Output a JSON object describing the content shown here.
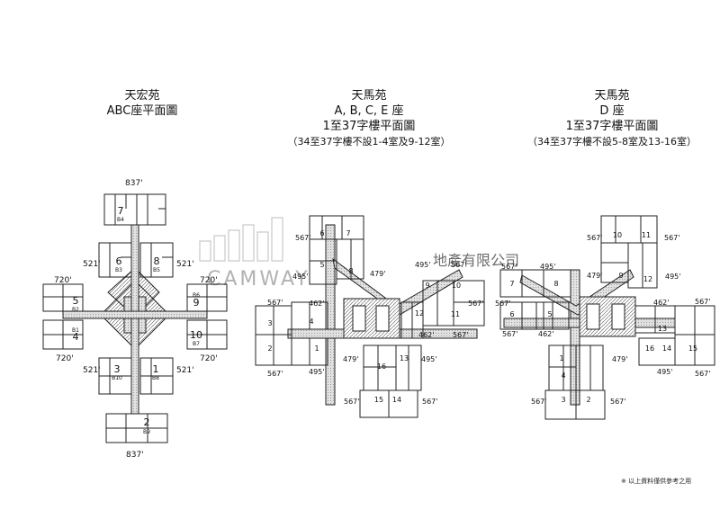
{
  "left": {
    "estate": "天宏苑",
    "subtitle": "ABC座平面圖",
    "dims": {
      "top": "837'",
      "bottom": "837'",
      "ul": "521'",
      "ur": "521'",
      "ll": "521'",
      "lr": "521'",
      "wl": "720'",
      "wr": "720'",
      "wl2": "720'",
      "wr2": "720'"
    },
    "flats": [
      {
        "n": "7",
        "b": "B4"
      },
      {
        "n": "6",
        "b": "B3"
      },
      {
        "n": "8",
        "b": "B5"
      },
      {
        "n": "5",
        "b": "B2"
      },
      {
        "n": "4",
        "b": "B1"
      },
      {
        "n": "9",
        "b": "B6"
      },
      {
        "n": "10",
        "b": "B7"
      },
      {
        "n": "3",
        "b": "B10"
      },
      {
        "n": "1",
        "b": "B8"
      },
      {
        "n": "2",
        "b": "B9"
      }
    ]
  },
  "middle": {
    "estate": "天馬苑",
    "block": "A, B, C, E 座",
    "floors": "1至37字樓平面圖",
    "note": "（34至37字樓不設1-4室及9-12室）",
    "flats": [
      "1",
      "2",
      "3",
      "4",
      "5",
      "6",
      "7",
      "8",
      "9",
      "10",
      "11",
      "12",
      "13",
      "14",
      "15",
      "16"
    ],
    "areas": [
      "567'",
      "495'",
      "479'",
      "495'",
      "567'",
      "567'",
      "462'",
      "567'",
      "462'",
      "567'",
      "479'",
      "495'",
      "567'",
      "567'",
      "567'",
      "495'"
    ]
  },
  "right": {
    "estate": "天馬苑",
    "block": "D 座",
    "floors": "1至37字樓平面圖",
    "note": "（34至37字樓不設5-8室及13-16室）",
    "flats": [
      "1",
      "2",
      "3",
      "4",
      "5",
      "6",
      "7",
      "8",
      "9",
      "10",
      "11",
      "12",
      "13",
      "14",
      "15",
      "16"
    ],
    "areas": [
      "567'",
      "567'",
      "495'",
      "479'",
      "567'",
      "567'",
      "462'",
      "567'",
      "567'",
      "462'",
      "495'",
      "479'",
      "567'",
      "567'",
      "567'",
      "495'"
    ]
  },
  "watermark": {
    "cn": "地產有限公司",
    "en": "CAMWAY"
  },
  "footer": "※ 以上資料僅供參考之用"
}
